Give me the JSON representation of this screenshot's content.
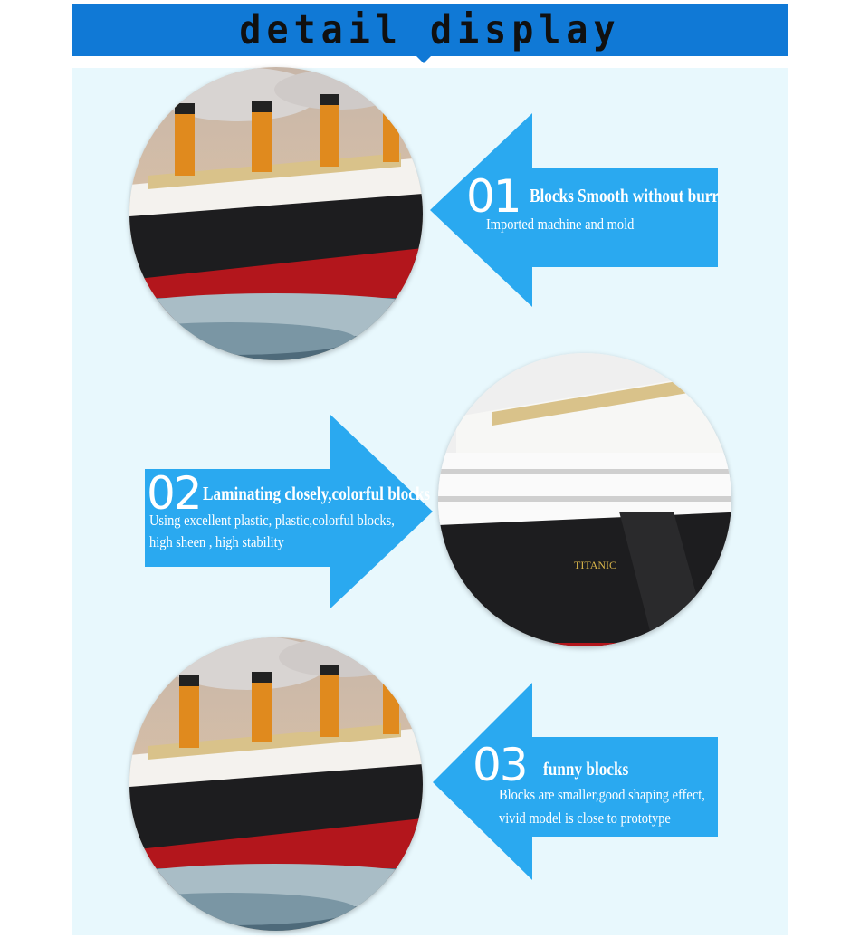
{
  "header": {
    "title": "detail display"
  },
  "features": [
    {
      "number": "01",
      "title": "Blocks Smooth without burr",
      "lines": [
        "Imported machine and mold"
      ]
    },
    {
      "number": "02",
      "title": "Laminating closely,colorful blocks",
      "lines": [
        "Using excellent plastic,  plastic,colorful blocks,",
        "high sheen , high stability"
      ]
    },
    {
      "number": "03",
      "title": "funny blocks",
      "lines": [
        "Blocks are smaller,good shaping effect,",
        "vivid model is close to prototype"
      ]
    }
  ],
  "photo2": {
    "hull_name": "TITANIC"
  },
  "colors": {
    "banner": "#1079d6",
    "panel": "#e8f8fd",
    "arrow": "#2aa9f0",
    "hull": "#1d1d1f",
    "hull_red": "#b3161c",
    "funnel": "#e08a1e"
  }
}
